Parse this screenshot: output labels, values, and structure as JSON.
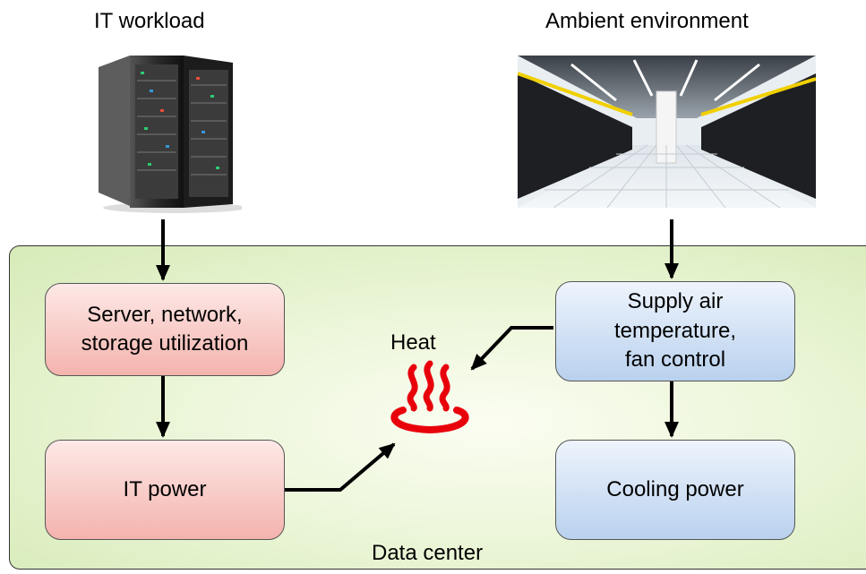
{
  "labels": {
    "it_workload": "IT workload",
    "ambient_environment": "Ambient environment",
    "heat": "Heat",
    "data_center": "Data center"
  },
  "nodes": {
    "utilization": "Server, network,\nstorage utilization",
    "it_power": "IT power",
    "supply_air": "Supply air\ntemperature,\nfan control",
    "cooling_power": "Cooling power"
  },
  "colors": {
    "heat_symbol": "#e8000b",
    "red_box": "#f4b3ad",
    "blue_box": "#b9d1ee",
    "region_fill": "#dcefc4"
  },
  "icons": {
    "server_rack": "server-rack-image",
    "data_hall": "data-hall-image",
    "heat": "hot-springs-icon"
  }
}
